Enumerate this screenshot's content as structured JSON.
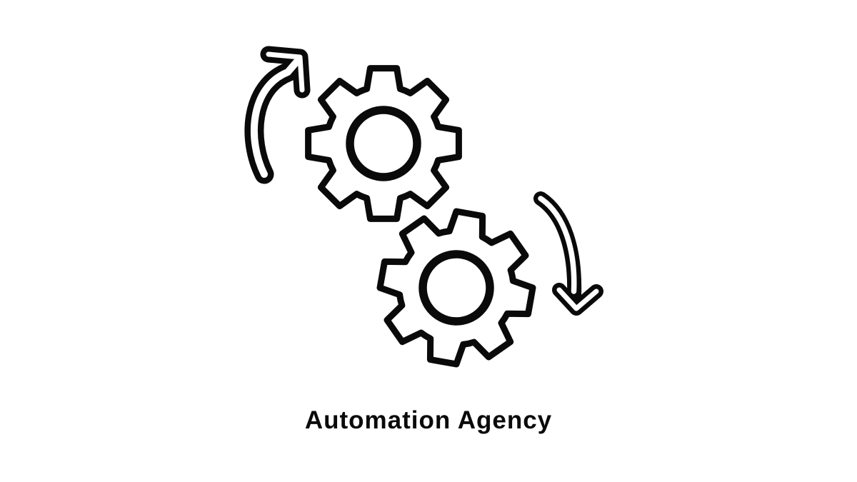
{
  "canvas": {
    "background": "#ffffff",
    "ink": "#0a0a0a"
  },
  "logo": {
    "title": "Automation Agency",
    "icons": [
      "curved-arrow-up-icon",
      "gear-icon-top",
      "gear-icon-bottom",
      "curved-arrow-down-icon"
    ]
  }
}
